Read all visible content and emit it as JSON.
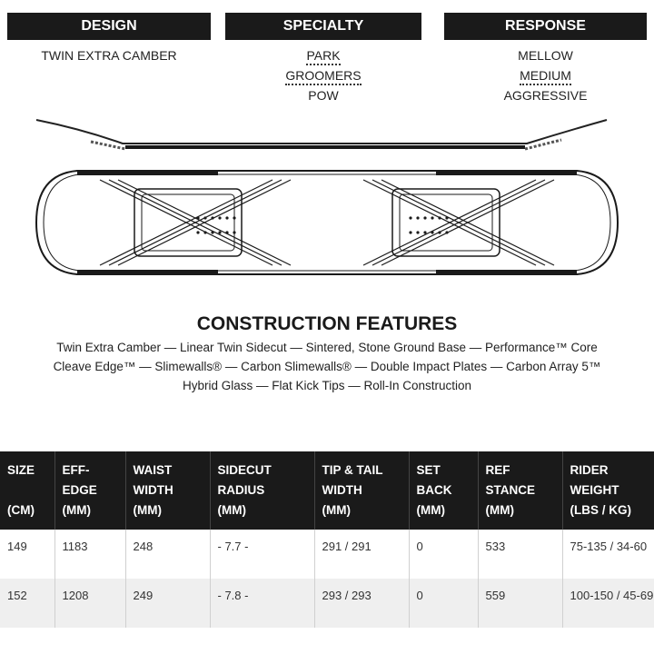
{
  "headers": {
    "design": "DESIGN",
    "specialty": "SPECIALTY",
    "response": "RESPONSE"
  },
  "design": {
    "value": "TWIN EXTRA CAMBER"
  },
  "specialty": {
    "options": [
      "PARK",
      "GROOMERS",
      "POW"
    ]
  },
  "response": {
    "options": [
      "MELLOW",
      "MEDIUM",
      "AGGRESSIVE"
    ]
  },
  "construction": {
    "title": "CONSTRUCTION FEATURES",
    "lines": [
      "Twin Extra Camber — Linear Twin Sidecut — Sintered, Stone Ground Base — Performance™ Core",
      "Cleave Edge™ — Slimewalls® — Carbon Slimewalls® — Double Impact Plates — Carbon Array 5™",
      "Hybrid Glass — Flat Kick Tips — Roll-In Construction"
    ]
  },
  "table": {
    "columns": [
      {
        "top": [
          "SIZE"
        ],
        "unit": "(CM)"
      },
      {
        "top": [
          "EFF-",
          "EDGE"
        ],
        "unit": "(MM)"
      },
      {
        "top": [
          "WAIST",
          "WIDTH"
        ],
        "unit": "(MM)"
      },
      {
        "top": [
          "SIDECUT",
          "RADIUS"
        ],
        "unit": "(MM)"
      },
      {
        "top": [
          "TIP & TAIL",
          "WIDTH"
        ],
        "unit": "(MM)"
      },
      {
        "top": [
          "SET",
          "BACK"
        ],
        "unit": "(MM)"
      },
      {
        "top": [
          "REF",
          "STANCE"
        ],
        "unit": "(MM)"
      },
      {
        "top": [
          "RIDER",
          "WEIGHT"
        ],
        "unit": "(LBS / KG)"
      }
    ],
    "rows": [
      [
        "149",
        "1183",
        "248",
        "- 7.7 -",
        "291 / 291",
        "0",
        "533",
        "75-135 / 34-60"
      ],
      [
        "152",
        "1208",
        "249",
        "- 7.8 -",
        "293 / 293",
        "0",
        "559",
        "100-150 / 45-69"
      ]
    ]
  }
}
